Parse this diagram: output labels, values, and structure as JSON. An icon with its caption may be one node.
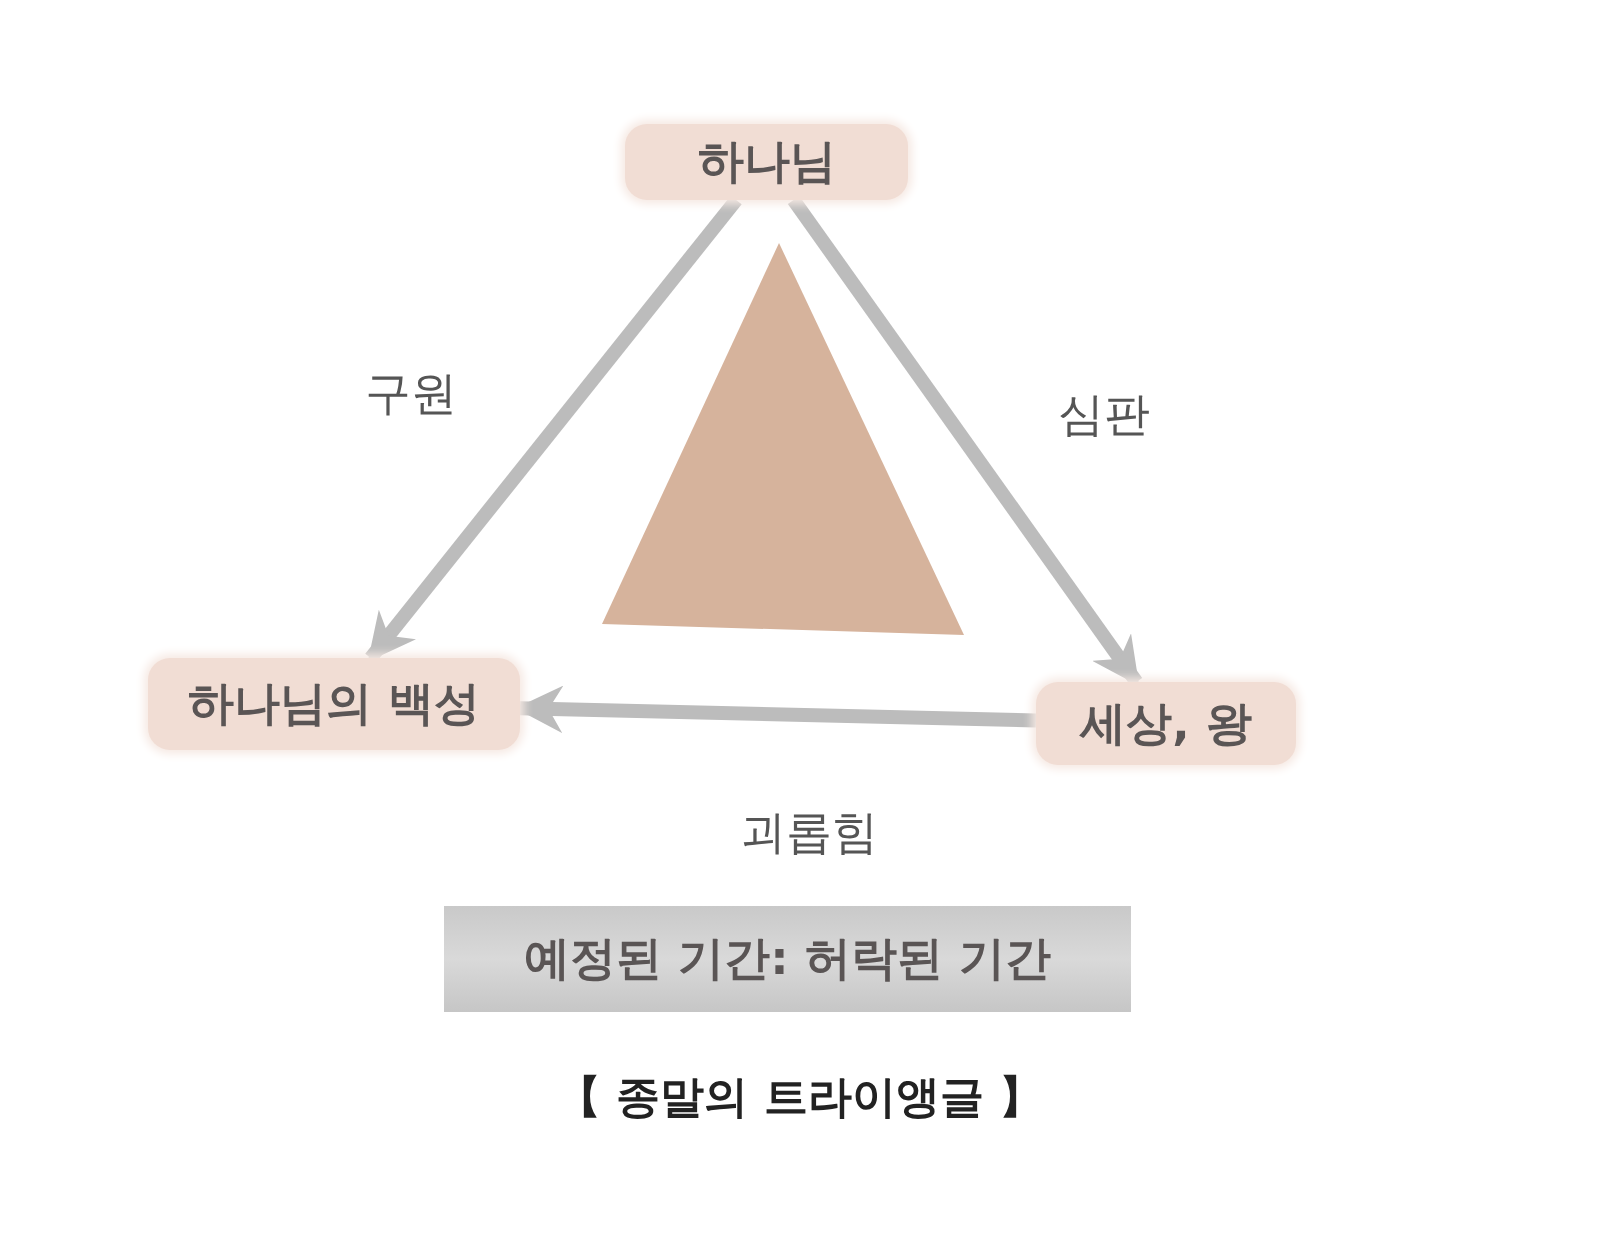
{
  "diagram": {
    "caption": "【 종말의 트라이앵글 】",
    "nodes": [
      {
        "text": [
          "하나님"
        ]
      },
      {
        "text": [
          "하나님의 백성"
        ]
      },
      {
        "text": [
          "세상, 왕"
        ]
      },
      {
        "text": [
          "예정된 기간: 허락된 기간"
        ]
      },
      {
        "text": [],
        "shape": "triangle"
      }
    ],
    "edges": [
      {
        "from": 0,
        "to": 1,
        "arrow": "to",
        "label": "구원"
      },
      {
        "from": 0,
        "to": 2,
        "arrow": "to",
        "label": "심판"
      },
      {
        "from": 2,
        "to": 1,
        "arrow": "to",
        "label": "괴롭힘"
      }
    ]
  }
}
